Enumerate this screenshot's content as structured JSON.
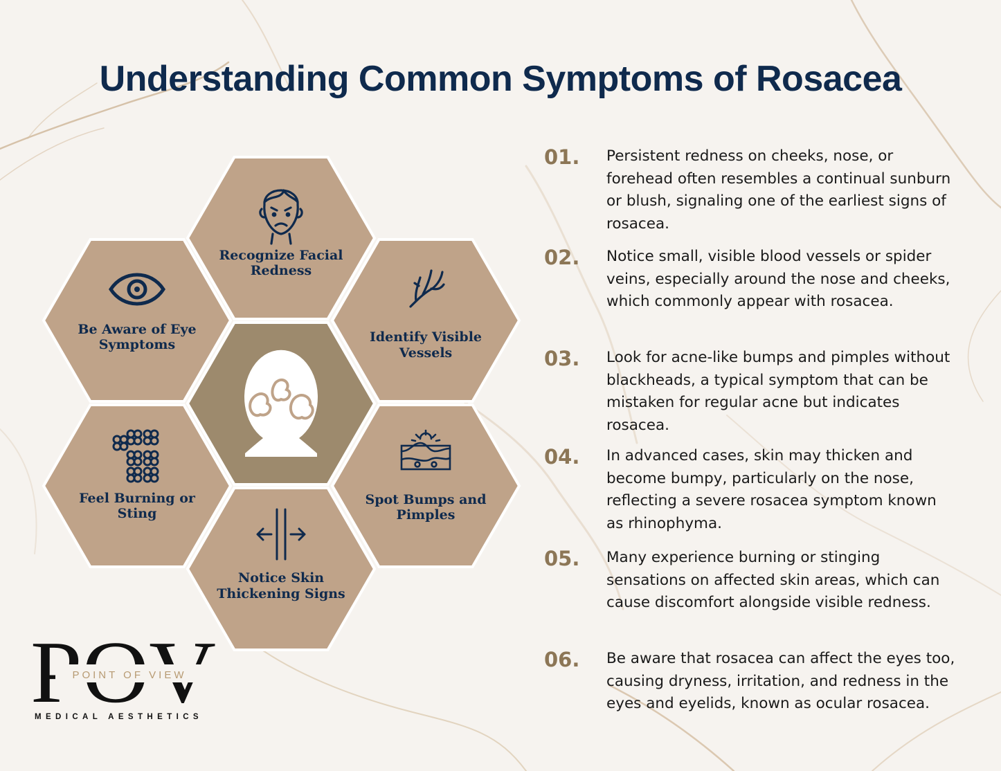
{
  "title": "Understanding Common Symptoms of Rosacea",
  "colors": {
    "hex_fill": "#bfa389",
    "hex_center": "#9d8a6d",
    "navy": "#0f2a4d",
    "number": "#8c7656"
  },
  "hexagons": [
    {
      "label": [
        "Recognize Facial",
        "Redness"
      ],
      "icon": "worried-face-icon"
    },
    {
      "label": [
        "Identify Visible",
        "Vessels"
      ],
      "icon": "branching-vessels-icon"
    },
    {
      "label": [
        "Spot Bumps and",
        "Pimples"
      ],
      "icon": "skin-bumps-icon"
    },
    {
      "label": [
        "Notice Skin",
        "Thickening Signs"
      ],
      "icon": "thickening-arrows-icon"
    },
    {
      "label": [
        "Feel Burning or",
        "Sting"
      ],
      "icon": "burning-pattern-icon"
    },
    {
      "label": [
        "Be Aware of Eye",
        "Symptoms"
      ],
      "icon": "eye-icon"
    }
  ],
  "center_icon": "rosacea-face-icon",
  "items": [
    {
      "number": "01.",
      "text": "Persistent redness on cheeks, nose, or forehead often resembles a continual sunburn or blush, signaling one of the earliest signs of rosacea."
    },
    {
      "number": "02.",
      "text": "Notice small, visible blood vessels or spider veins, especially around the nose and cheeks, which commonly appear with rosacea."
    },
    {
      "number": "03.",
      "text": "Look for acne-like bumps and pimples without blackheads, a typical symptom that can be mistaken for regular acne but indicates rosacea."
    },
    {
      "number": "04.",
      "text": "In advanced cases, skin may thicken and become bumpy, particularly on the nose, reflecting a severe rosacea symptom known as rhinophyma."
    },
    {
      "number": "05.",
      "text": "Many experience burning or stinging sensations on affected skin areas, which can cause discomfort alongside visible redness."
    },
    {
      "number": "06.",
      "text": "Be aware that rosacea can affect the eyes too, causing dryness, irritation, and redness in the eyes and eyelids, known as ocular rosacea."
    }
  ],
  "logo": {
    "mark": "POV",
    "tagline": "POINT OF VIEW",
    "subtitle": "MEDICAL AESTHETICS"
  }
}
